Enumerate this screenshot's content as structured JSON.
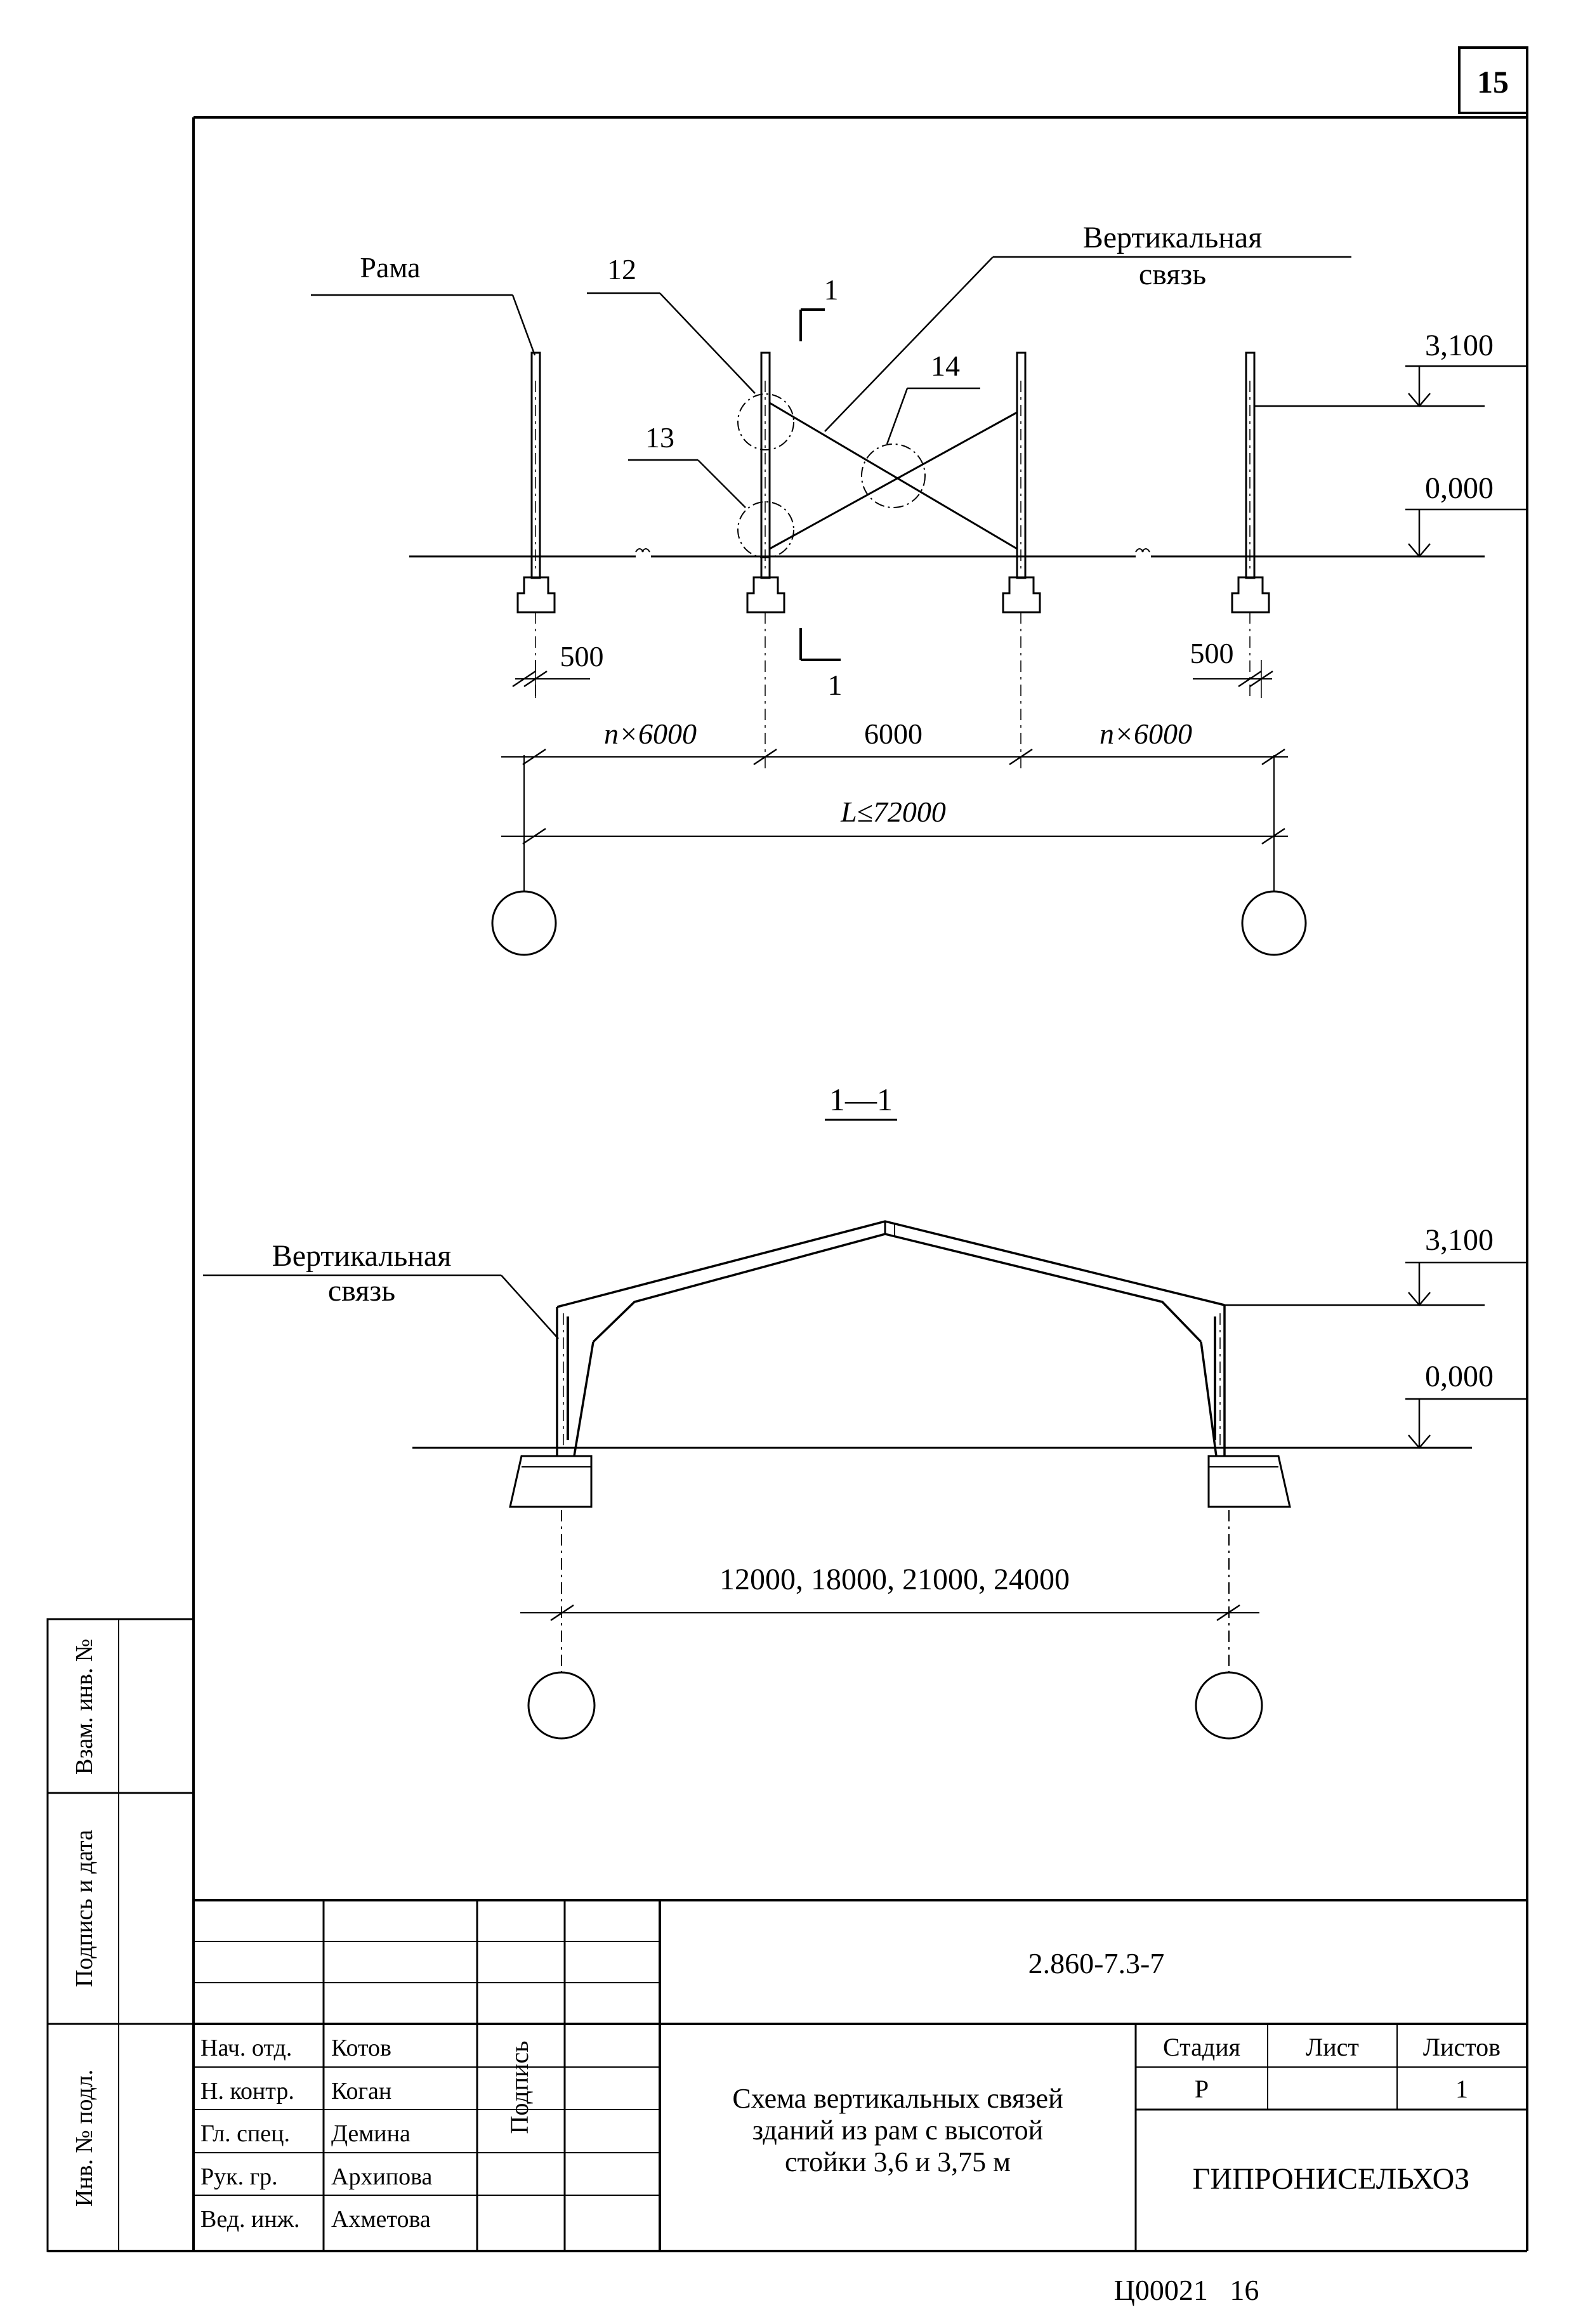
{
  "sheet_number": "15",
  "plan": {
    "label_frame": "Рама",
    "label_vertical_brace_line1": "Вертикальная",
    "label_vertical_brace_line2": "связь",
    "callout_12": "12",
    "callout_13": "13",
    "callout_14": "14",
    "section_mark": "1",
    "elevation_top": "3,100",
    "elevation_zero": "0,000",
    "dim_offset_left": "500",
    "dim_offset_right": "500",
    "dim_span_left": "n×6000",
    "dim_span_middle": "6000",
    "dim_span_right": "n×6000",
    "dim_total": "L≤72000"
  },
  "section": {
    "title": "1—1",
    "label_vertical_brace_line1": "Вертикальная",
    "label_vertical_brace_line2": "связь",
    "elevation_top": "3,100",
    "elevation_zero": "0,000",
    "dim_span": "12000, 18000, 21000, 24000"
  },
  "side_stamp": {
    "ref_inventory": "Взам. инв. №",
    "signature_date": "Подпись и дата",
    "inventory_original": "Инв. № подл."
  },
  "title_block": {
    "document_code": "2.860-7.3-7",
    "title_line1": "Схема вертикальных связей",
    "title_line2": "зданий из рам с высотой",
    "title_line3": "стойки 3,6 и 3,75 м",
    "signature_header": "Подпись",
    "roles": [
      {
        "role": "Нач. отд.",
        "name": "Котов"
      },
      {
        "role": "Н. контр.",
        "name": "Коган"
      },
      {
        "role": "Гл. спец.",
        "name": "Демина"
      },
      {
        "role": "Рук. гр.",
        "name": "Архипова"
      },
      {
        "role": "Вед. инж.",
        "name": "Ахметова"
      }
    ],
    "stage_header": "Стадия",
    "sheet_header": "Лист",
    "sheets_header": "Листов",
    "stage_value": "Р",
    "sheet_value": "",
    "sheets_value": "1",
    "organization": "ГИПРОНИСЕЛЬХОЗ"
  },
  "footer_code": "Ц00021   16"
}
